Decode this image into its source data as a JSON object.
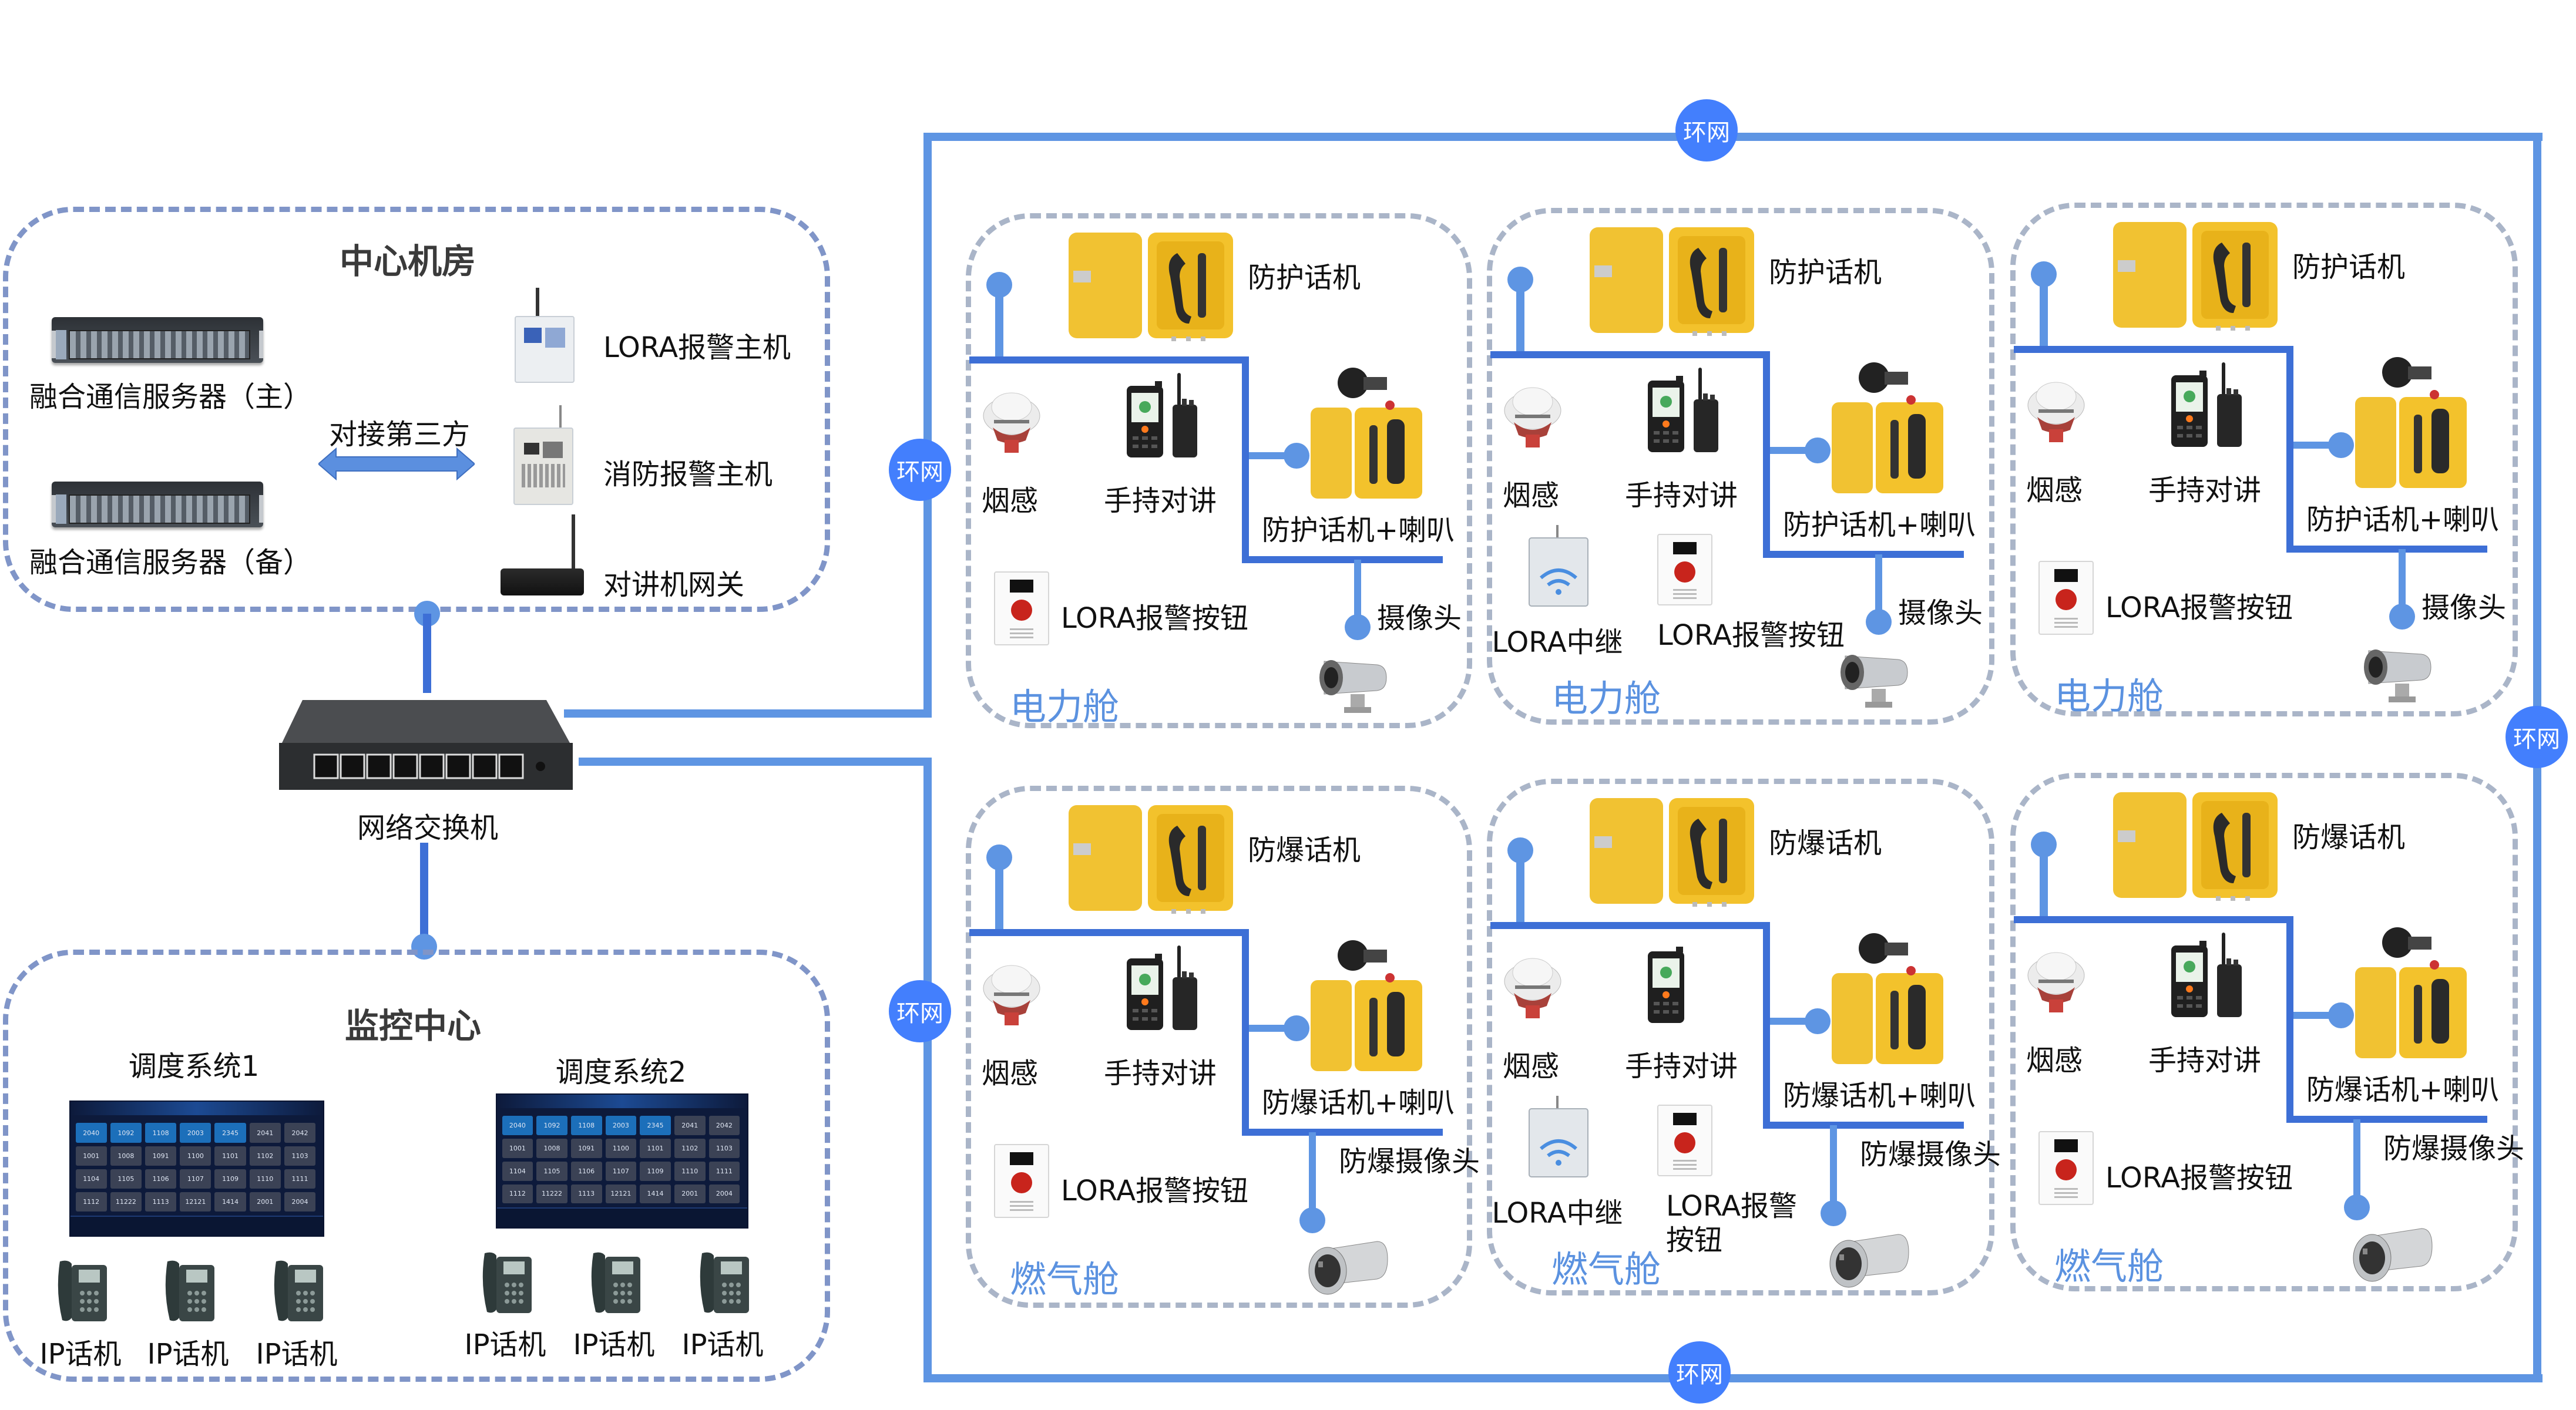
{
  "center_room": {
    "title": "中心机房",
    "server_main_label": "融合通信服务器（主）",
    "server_backup_label": "融合通信服务器（备）",
    "third_party_label": "对接第三方",
    "lora_host_label": "LORA报警主机",
    "fire_host_label": "消防报警主机",
    "intercom_gateway_label": "对讲机网关"
  },
  "switch": {
    "label": "网络交换机"
  },
  "monitor_center": {
    "title": "监控中心",
    "systems": [
      {
        "label": "调度系统1",
        "phones": [
          "IP话机",
          "IP话机",
          "IP话机"
        ]
      },
      {
        "label": "调度系统2",
        "phones": [
          "IP话机",
          "IP话机",
          "IP话机"
        ]
      }
    ],
    "dispatch_tiles": [
      {
        "num": "2040",
        "on": true
      },
      {
        "num": "1092",
        "on": true
      },
      {
        "num": "1108",
        "on": true
      },
      {
        "num": "2003",
        "on": true
      },
      {
        "num": "2345",
        "on": true
      },
      {
        "num": "2041",
        "on": false
      },
      {
        "num": "2042",
        "on": false
      },
      {
        "num": "1001",
        "on": false
      },
      {
        "num": "1008",
        "on": false
      },
      {
        "num": "1091",
        "on": false
      },
      {
        "num": "1100",
        "on": false
      },
      {
        "num": "1101",
        "on": false
      },
      {
        "num": "1102",
        "on": false
      },
      {
        "num": "1103",
        "on": false
      },
      {
        "num": "1104",
        "on": false
      },
      {
        "num": "1105",
        "on": false
      },
      {
        "num": "1106",
        "on": false
      },
      {
        "num": "1107",
        "on": false
      },
      {
        "num": "1109",
        "on": false
      },
      {
        "num": "1110",
        "on": false
      },
      {
        "num": "1111",
        "on": false
      },
      {
        "num": "1112",
        "on": false
      },
      {
        "num": "11222",
        "on": false
      },
      {
        "num": "1113",
        "on": false
      },
      {
        "num": "12121",
        "on": false
      },
      {
        "num": "1414",
        "on": false
      },
      {
        "num": "2001",
        "on": false
      },
      {
        "num": "2004",
        "on": false
      }
    ]
  },
  "ring": {
    "label": "环网",
    "color": "#5e95e3",
    "badge_color": "#437ffd"
  },
  "cabins": [
    {
      "name": "电力舱",
      "phone": "防护话机",
      "smoke": "烟感",
      "walkie": "手持对讲",
      "phone_horn": "防护话机+喇叭",
      "camera": "摄像头",
      "lora_button": "LORA报警按钮",
      "lora_relay": null
    },
    {
      "name": "电力舱",
      "phone": "防护话机",
      "smoke": "烟感",
      "walkie": "手持对讲",
      "phone_horn": "防护话机+喇叭",
      "camera": "摄像头",
      "lora_button": "LORA报警按钮",
      "lora_relay": "LORA中继"
    },
    {
      "name": "电力舱",
      "phone": "防护话机",
      "smoke": "烟感",
      "walkie": "手持对讲",
      "phone_horn": "防护话机+喇叭",
      "camera": "摄像头",
      "lora_button": "LORA报警按钮",
      "lora_relay": null
    },
    {
      "name": "燃气舱",
      "phone": "防爆话机",
      "smoke": "烟感",
      "walkie": "手持对讲",
      "phone_horn": "防爆话机+喇叭",
      "camera": "防爆摄像头",
      "lora_button": "LORA报警按钮",
      "lora_relay": null
    },
    {
      "name": "燃气舱",
      "phone": "防爆话机",
      "smoke": "烟感",
      "walkie": "手持对讲",
      "phone_horn": "防爆话机+喇叭",
      "camera": "防爆摄像头",
      "lora_button": "LORA报警\n按钮",
      "lora_relay": "LORA中继"
    },
    {
      "name": "燃气舱",
      "phone": "防爆话机",
      "smoke": "烟感",
      "walkie": "手持对讲",
      "phone_horn": "防爆话机+喇叭",
      "camera": "防爆摄像头",
      "lora_button": "LORA报警按钮",
      "lora_relay": null
    }
  ]
}
